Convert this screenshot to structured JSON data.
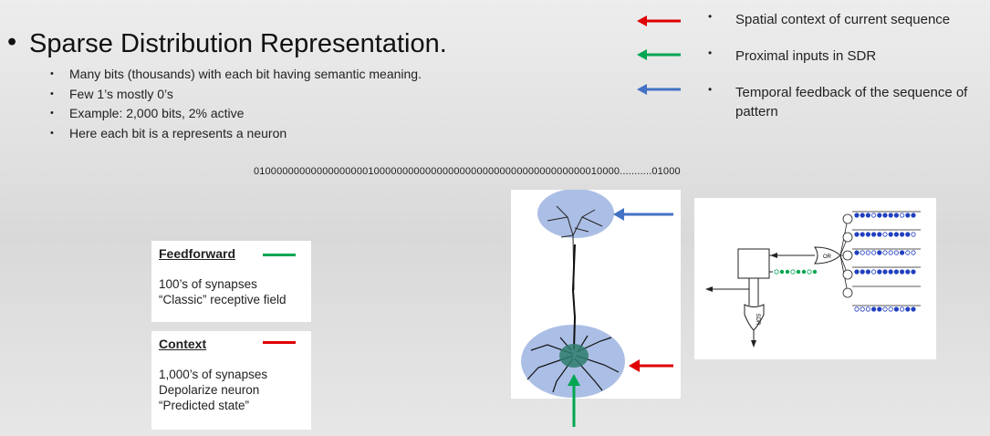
{
  "slide": {
    "title": "Sparse Distribution Representation.",
    "bullets": [
      "Many bits (thousands) with each bit having semantic meaning.",
      "Few 1’s mostly 0’s",
      "Example: 2,000 bits, 2% active",
      "Here each bit is a represents a neuron"
    ],
    "sdr_string": "0100000000000000000010000000000000000000000000000000000000010000...........01000"
  },
  "legend": [
    {
      "color": "#e00000",
      "text": "Spatial context of current sequence"
    },
    {
      "color": "#00a651",
      "text": "Proximal inputs in SDR"
    },
    {
      "color": "#4472c4",
      "text": "Temporal feedback of the sequence of pattern"
    }
  ],
  "feedforward": {
    "title": "Feedforward",
    "line_color": "#00a651",
    "lines": [
      "100’s of synapses",
      "“Classic” receptive field"
    ]
  },
  "context": {
    "title": "Context",
    "line_color": "#e00000",
    "lines": [
      "1,000’s of synapses",
      "Depolarize neuron",
      "“Predicted state”"
    ]
  },
  "circuit": {
    "or_label": "OR",
    "sdr_label": "SDR",
    "rows": [
      "ooooooooooo",
      "ooooooooooo",
      "ooooooooooo",
      "ooooooooooo",
      "ooooooooooo"
    ]
  }
}
